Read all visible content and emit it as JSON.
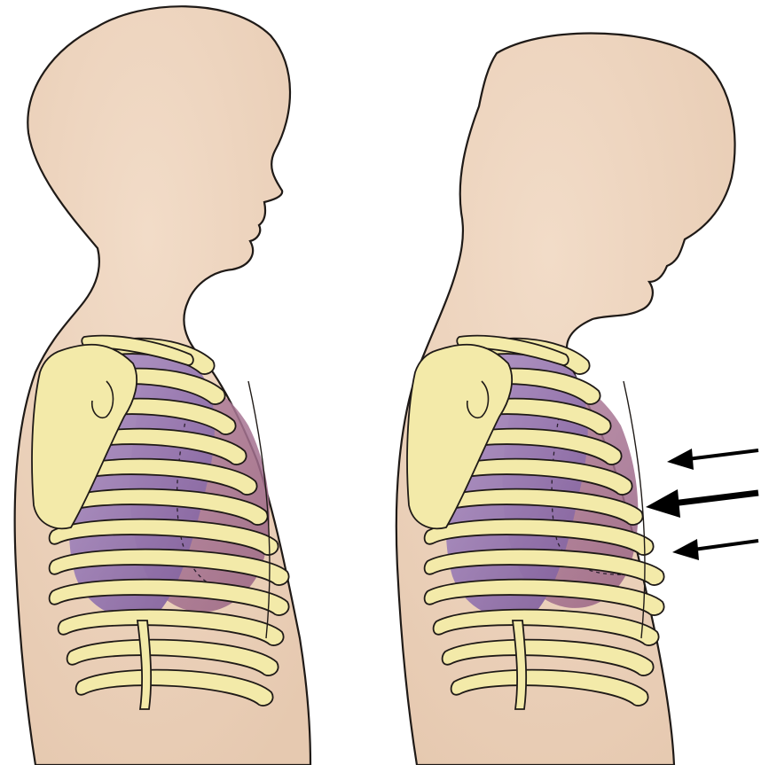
{
  "figure": {
    "panels": [
      {
        "id": "normal",
        "depiction": "child-torso-profile-normal-posture"
      },
      {
        "id": "compressed",
        "depiction": "child-torso-profile-stooped-posture"
      }
    ],
    "arrows": [
      {
        "direction": "left",
        "emphasis": "normal"
      },
      {
        "direction": "left",
        "emphasis": "bold"
      },
      {
        "direction": "left",
        "emphasis": "normal"
      }
    ]
  },
  "colors": {
    "skin": "#ecd3bd",
    "skin_outline": "#1f1a17",
    "bone": "#f3eaa9",
    "lung": "#9a7bb2",
    "lung_dark": "#7b5a96",
    "heart": "#a5738f",
    "arrow": "#000000",
    "background": "#ffffff"
  }
}
